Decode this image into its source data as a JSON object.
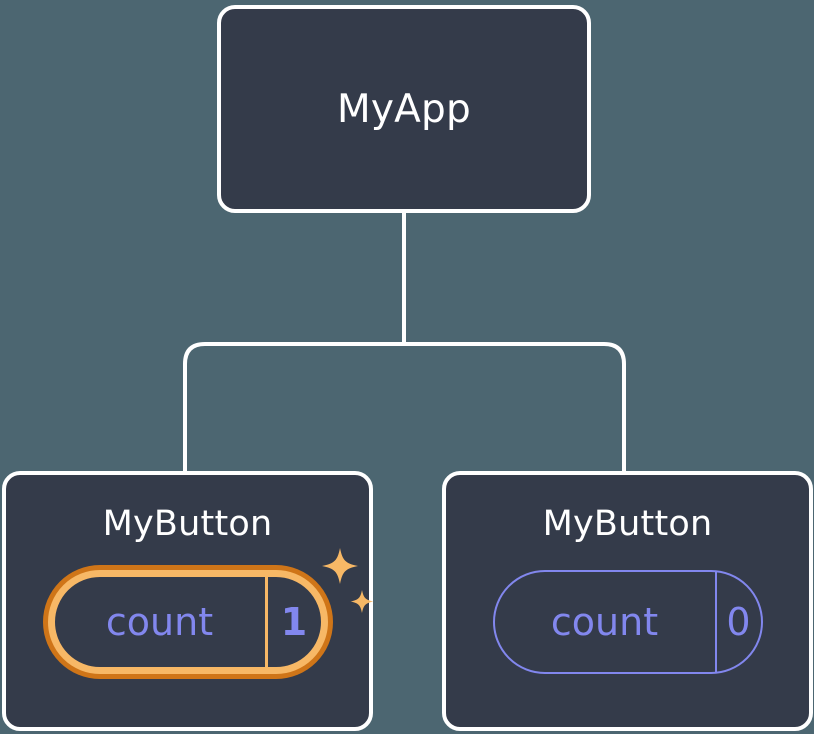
{
  "diagram": {
    "type": "component-tree",
    "background_color": "#4c6671",
    "node_fill_color": "#343b4a",
    "node_border_color": "#ffffff",
    "accent_highlight_color": "#f7b866",
    "accent_highlight_ring_color": "#cf7518",
    "state_text_color": "#8287ee",
    "title_text_color": "#ffffff"
  },
  "root": {
    "title": "MyApp"
  },
  "children": [
    {
      "title": "MyButton",
      "state": {
        "key": "count",
        "value": "1"
      },
      "highlighted": true,
      "sparkle_icons": [
        "sparkle-large",
        "sparkle-small"
      ]
    },
    {
      "title": "MyButton",
      "state": {
        "key": "count",
        "value": "0"
      },
      "highlighted": false,
      "sparkle_icons": []
    }
  ]
}
